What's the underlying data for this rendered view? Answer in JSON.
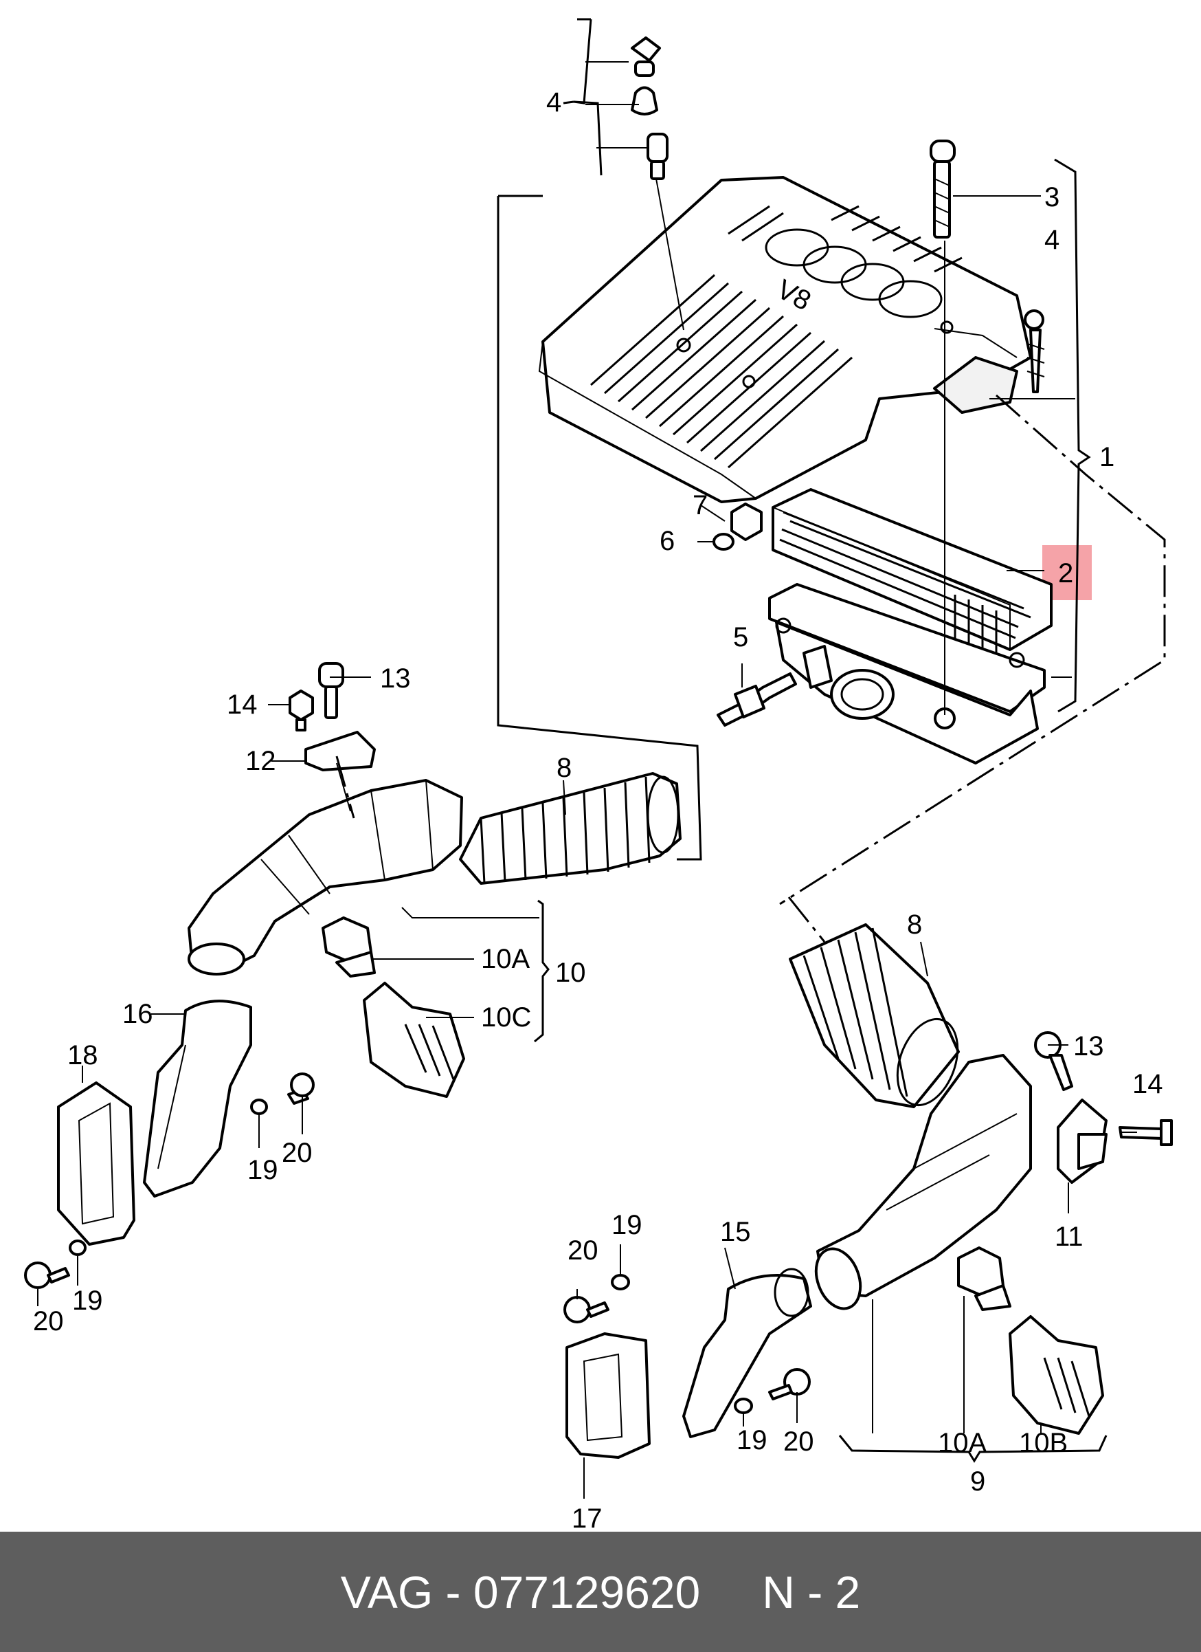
{
  "footer": {
    "brand": "VAG",
    "separator": "-",
    "part_number": "077129620",
    "page_ref": "N - 2"
  },
  "callouts": {
    "c1": "1",
    "c2": "2",
    "c3": "3",
    "c4a": "4",
    "c4b": "4",
    "c5": "5",
    "c6": "6",
    "c7": "7",
    "c8a": "8",
    "c8b": "8",
    "c9": "9",
    "c10": "10",
    "c10a_left": "10A",
    "c10c": "10C",
    "c10a_right": "10A",
    "c10b": "10B",
    "c11": "11",
    "c12": "12",
    "c13a": "13",
    "c13b": "13",
    "c14a": "14",
    "c14b": "14",
    "c15": "15",
    "c16": "16",
    "c17": "17",
    "c18": "18",
    "c19a": "19",
    "c19b": "19",
    "c19c": "19",
    "c19d": "19",
    "c20a": "20",
    "c20b": "20",
    "c20c": "20",
    "c20d": "20"
  },
  "cover_logo": {
    "model_text": "V8"
  },
  "highlight": {
    "callout": "2",
    "color": "#f5a3a8"
  },
  "colors": {
    "footer_bg": "#5e5e5e",
    "footer_text": "#ffffff",
    "ink": "#000000"
  }
}
